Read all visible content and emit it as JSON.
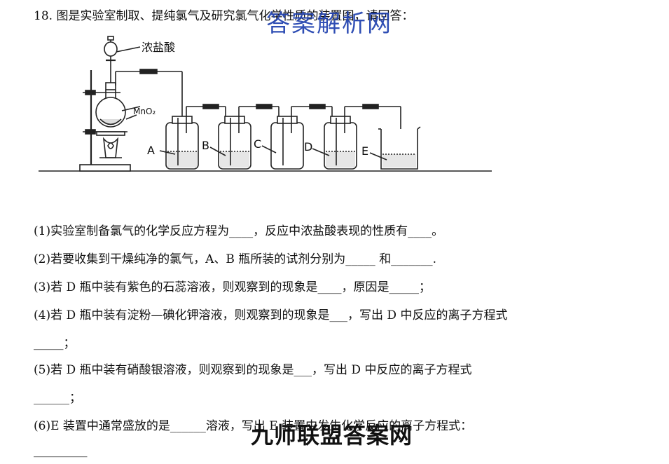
{
  "question": {
    "number_title": "18. 图是实验室制取、提纯氯气及研究氯气化学性质的装置图，请回答：",
    "watermark_top": "答案解析网",
    "watermark_bottom": "九师联盟答案网"
  },
  "diagram": {
    "label_acid": "浓盐酸",
    "label_mno2": "MnO₂",
    "bottle_labels": [
      "A",
      "B",
      "C",
      "D",
      "E"
    ]
  },
  "questions": [
    {
      "text": "(1)实验室制备氯气的化学反应方程为____，反应中浓盐酸表现的性质有____。"
    },
    {
      "text": "(2)若要收集到干燥纯净的氯气，A、B 瓶所装的试剂分别为_____ 和_______."
    },
    {
      "text": "(3)若 D 瓶中装有紫色的石蕊溶液，则观察到的现象是____，原因是_____；"
    },
    {
      "text": "(4)若 D 瓶中装有淀粉—碘化钾溶液，则观察到的现象是___，写出 D 中反应的离子方程式"
    },
    {
      "text": "_____；"
    },
    {
      "text": "(5)若 D 瓶中装有硝酸银溶液，则观察到的现象是___，写出 D 中反应的离子方程式"
    },
    {
      "text": "______；"
    },
    {
      "text": "(6)E 装置中通常盛放的是______溶液，写出 E 装置中发生化学反应的离子方程式："
    },
    {
      "text": "_________"
    }
  ]
}
